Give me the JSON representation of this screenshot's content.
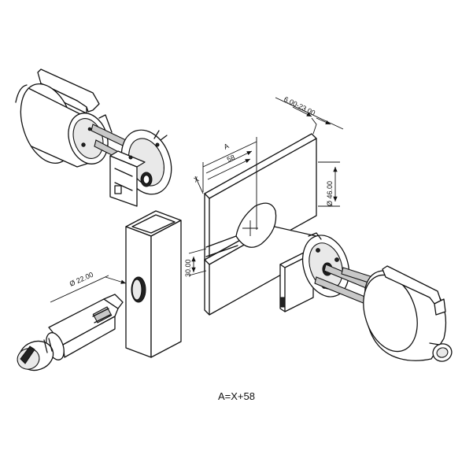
{
  "dimensions": {
    "thickness": "6.00-23.00",
    "a_label": "A",
    "offset": "58",
    "x_label": "X",
    "hole_diameter": "Ø 46.00",
    "slot_height": "30.00",
    "cylinder_diameter": "Ø 22.00"
  },
  "formula": "A=X+58"
}
